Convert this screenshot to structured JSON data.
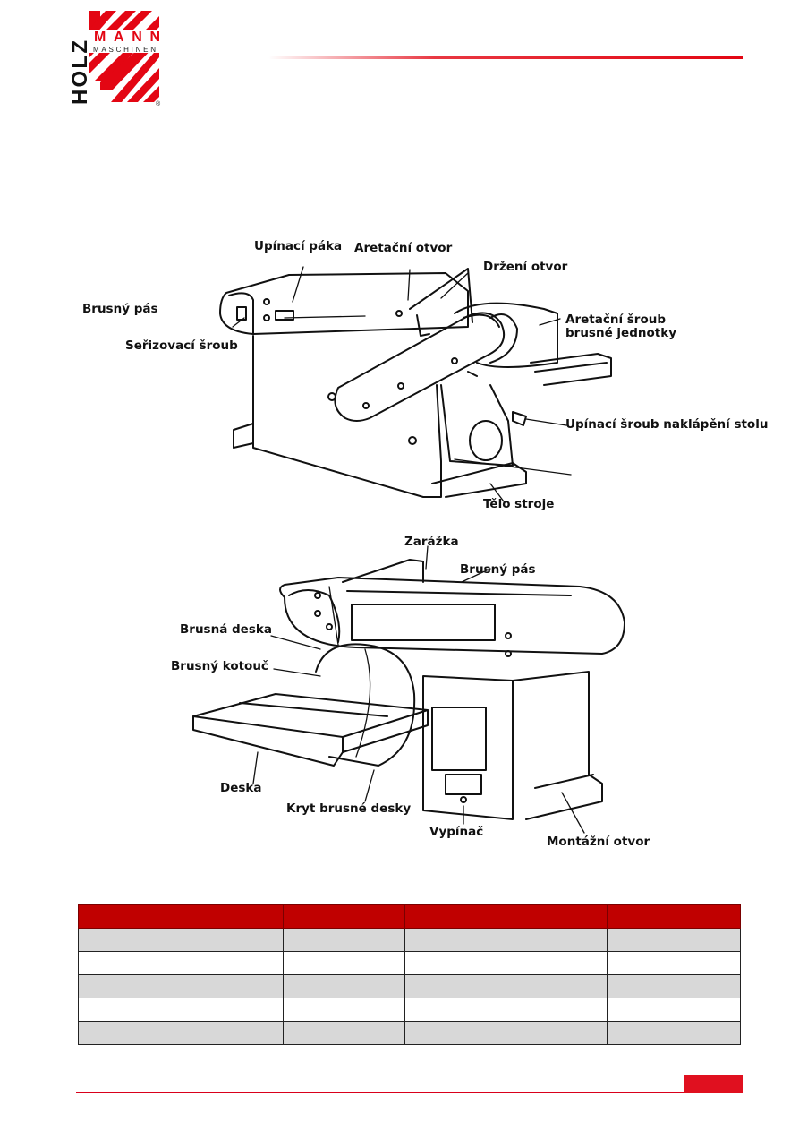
{
  "brand": {
    "logo_top": "MANN",
    "logo_sub": "MASCHINEN",
    "logo_side": "HOLZ",
    "registered": "®",
    "accent_color": "#e30613"
  },
  "figure_top": {
    "labels": {
      "brusny_pas": "Brusný pás",
      "serizovaci_sroub": "Seřizovací šroub",
      "upinaci_paka": "Upínací páka",
      "aretacni_otvor": "Aretační otvor",
      "drzeni_otvor": "Držení otvor",
      "aretacni_sroub_1": "Aretační šroub",
      "aretacni_sroub_2": "brusné jednotky",
      "upinaci_sroub_stolu": "Upínací šroub naklápění stolu",
      "telo_stroje": "Tělo stroje"
    }
  },
  "figure_bottom": {
    "labels": {
      "zarazka": "Zarážka",
      "brusny_pas": "Brusný pás",
      "brusna_deska": "Brusná deska",
      "brusny_kotouc": "Brusný kotouč",
      "deska": "Deska",
      "kryt_brusne_desky": "Kryt brusné desky",
      "vypinac": "Vypínač",
      "montazni_otvor": "Montážní otvor"
    }
  },
  "spec_table": {
    "header": [
      "",
      "",
      "",
      ""
    ],
    "rows": [
      [
        "",
        "",
        "",
        ""
      ],
      [
        "",
        "",
        "",
        ""
      ],
      [
        "",
        "",
        "",
        ""
      ],
      [
        "",
        "",
        "",
        ""
      ],
      [
        "",
        "",
        "",
        ""
      ]
    ]
  }
}
